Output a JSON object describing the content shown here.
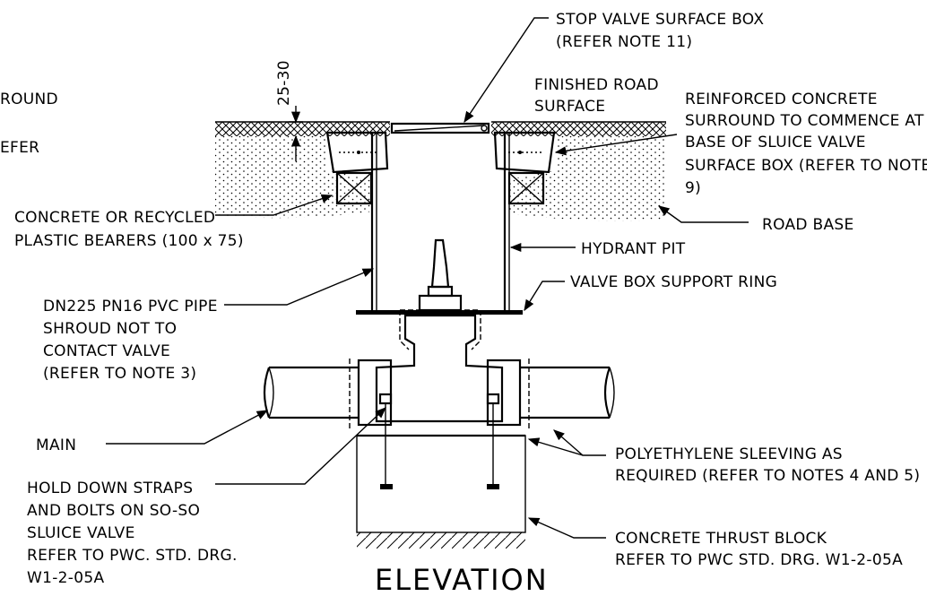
{
  "title": "ELEVATION",
  "dimension": "25-30",
  "labels": {
    "ground_partial": "ROUND",
    "refer_partial": "EFER",
    "stop_valve_1": "STOP VALVE SURFACE BOX",
    "stop_valve_2": "(REFER NOTE 11)",
    "finished_1": "FINISHED ROAD",
    "finished_2": "SURFACE",
    "reinforced_1": "REINFORCED CONCRETE",
    "reinforced_2": "SURROUND TO COMMENCE AT",
    "reinforced_3": "BASE OF SLUICE VALVE",
    "reinforced_4": "SURFACE BOX (REFER TO NOTE",
    "reinforced_5": "9)",
    "road_base": "ROAD BASE",
    "bearers_1": "CONCRETE OR RECYCLED",
    "bearers_2": "PLASTIC BEARERS (100 x 75)",
    "hydrant_pit": "HYDRANT PIT",
    "support_ring": "VALVE BOX SUPPORT RING",
    "pipe_1": "DN225 PN16 PVC PIPE",
    "pipe_2": "SHROUD NOT TO",
    "pipe_3": "CONTACT VALVE",
    "pipe_4": "(REFER TO NOTE 3)",
    "main": "MAIN",
    "sleeving_1": "POLYETHYLENE SLEEVING AS",
    "sleeving_2": "REQUIRED (REFER TO NOTES 4 AND 5)",
    "straps_1": "HOLD DOWN STRAPS",
    "straps_2": "AND BOLTS ON SO-SO",
    "straps_3": "SLUICE VALVE",
    "straps_4": "REFER TO PWC. STD. DRG.",
    "straps_5": "W1-2-05A",
    "thrust_1": "CONCRETE THRUST BLOCK",
    "thrust_2": "REFER TO PWC STD. DRG. W1-2-05A"
  }
}
